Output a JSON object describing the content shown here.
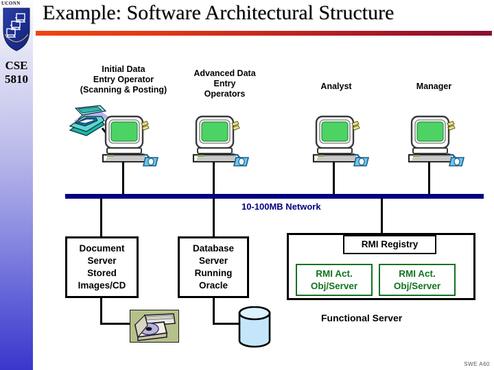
{
  "sidebar": {
    "logo_alt": "uconn-shield-logo",
    "wordmark": "UCONN",
    "course_code": "CSE\n5810"
  },
  "header": {
    "title": "Example: Software Architectural Structure",
    "rule_color_left": "#ef4410",
    "rule_color_right": "#8a0f30"
  },
  "diagram": {
    "workstations": [
      {
        "label": "Initial Data\nEntry Operator\n(Scanning & Posting)",
        "icon": "desktop-computer-icon",
        "extra_icon": "flatbed-scanner-icon"
      },
      {
        "label": "Advanced Data\nEntry\nOperators",
        "icon": "desktop-computer-icon"
      },
      {
        "label": "Analyst",
        "icon": "desktop-computer-icon"
      },
      {
        "label": "Manager",
        "icon": "desktop-computer-icon"
      }
    ],
    "network": {
      "label": "10-100MB Network",
      "bar_color": "#000080"
    },
    "servers": [
      {
        "label": "Document\nServer\nStored\nImages/CD",
        "peripheral": "cd-drive-icon"
      },
      {
        "label": "Database\nServer\nRunning\nOracle",
        "peripheral": "database-cylinder-icon"
      }
    ],
    "functional_server": {
      "registry_label": "RMI Registry",
      "objects": [
        {
          "label": "RMI Act.\nObj/Server"
        },
        {
          "label": "RMI Act.\nObj/Server"
        }
      ],
      "caption": "Functional Server",
      "accent_color": "#11731d"
    }
  },
  "footer": {
    "code": "SWE A60"
  }
}
